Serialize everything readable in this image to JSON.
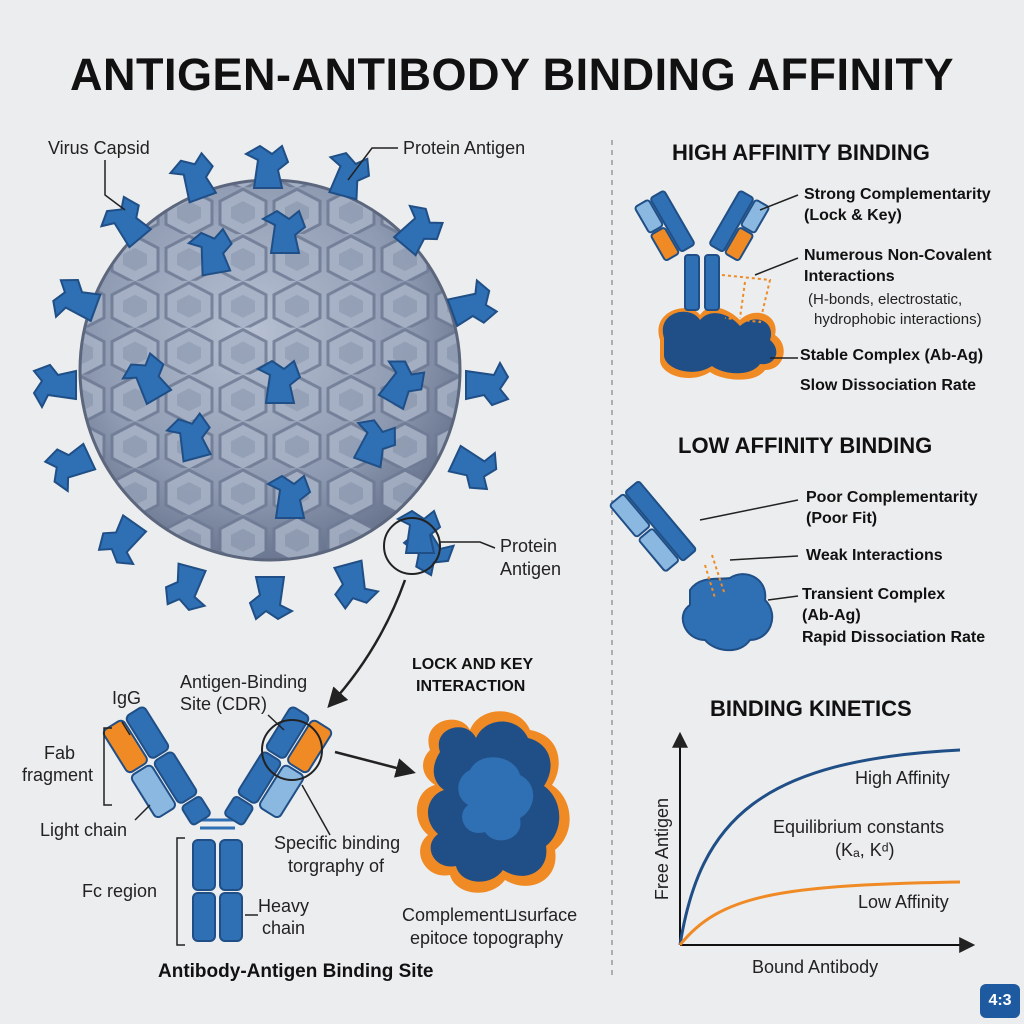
{
  "title": "ANTIGEN-ANTIBODY BINDING AFFINITY",
  "virus": {
    "capsid_label": "Virus Capsid",
    "antigen_label_top": "Protein Antigen",
    "antigen_label_side_1": "Protein",
    "antigen_label_side_2": "Antigen"
  },
  "antibody": {
    "igg": "IgG",
    "fab_1": "Fab",
    "fab_2": "fragment",
    "light_chain": "Light chain",
    "fc_region": "Fc region",
    "heavy_1": "Heavy",
    "heavy_2": "chain",
    "binding_site_1": "Antigen-Binding",
    "binding_site_2": "Site (CDR)",
    "specific_1": "Specific binding",
    "specific_2": "torgraphy of",
    "caption": "Antibody-Antigen Binding Site"
  },
  "lock_key": {
    "title_1": "LOCK AND KEY",
    "title_2": "INTERACTION",
    "caption_1": "Complement⊔surface",
    "caption_2": "epitoce topography"
  },
  "high": {
    "heading": "HIGH AFFINITY BINDING",
    "l1a": "Strong Complementarity",
    "l1b": "(Lock & Key)",
    "l2a": "Numerous Non-Covalent",
    "l2b": "Interactions",
    "l3a": "(H-bonds, electrostatic,",
    "l3b": "hydrophobic interactions)",
    "l4": "Stable Complex (Ab-Ag)",
    "l5": "Slow Dissociation Rate"
  },
  "low": {
    "heading": "LOW AFFINITY BINDING",
    "l1a": "Poor Complementarity",
    "l1b": "(Poor Fit)",
    "l2": "Weak Interactions",
    "l3a": "Transient Complex",
    "l3b": "(Ab-Ag)",
    "l4": "Rapid Dissociation Rate"
  },
  "kinetics": {
    "heading": "BINDING KINETICS",
    "xlabel": "Bound Antibody",
    "ylabel": "Free Antigen",
    "high_label": "High Affinity",
    "eq_1": "Equilibrium constants",
    "eq_2": "(Kₐ, Kᵈ)",
    "low_label": "Low Affinity"
  },
  "badge": "4:3",
  "colors": {
    "blue": "#2f6fb4",
    "light_blue": "#8bb8e0",
    "dark_blue": "#1f4f86",
    "orange": "#f08a24",
    "capsid": "#8e9ab1"
  }
}
